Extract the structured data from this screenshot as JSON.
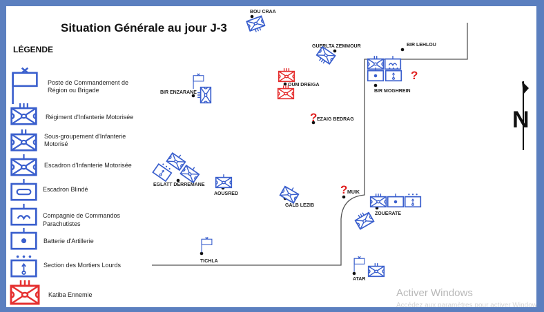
{
  "title": "Situation Générale au jour J-3",
  "legend": {
    "heading": "LÉGENDE",
    "items": [
      {
        "line1": "Poste de Commandement de",
        "line2": "Région ou Brigade",
        "icon": "command-post"
      },
      {
        "line1": "Régiment d'Infanterie Motorisée",
        "icon": "motorized-infantry-regiment"
      },
      {
        "line1": "Sous-groupement d'Infanterie",
        "line2": "Motorisé",
        "icon": "motorized-infantry-subgroup"
      },
      {
        "line1": "Escadron d'Infanterie Motorisée",
        "icon": "motorized-infantry-squadron"
      },
      {
        "line1": "Escadron Blindé",
        "icon": "armored-squadron"
      },
      {
        "line1": "Compagnie de Commandos",
        "line2": "Parachutistes",
        "icon": "paratrooper-company"
      },
      {
        "line1": "Batterie d'Artillerie",
        "icon": "artillery-battery"
      },
      {
        "line1": "Section des Mortiers Lourds",
        "icon": "heavy-mortar-section"
      },
      {
        "line1": "Katiba Ennemie",
        "icon": "enemy-katiba"
      }
    ]
  },
  "places": {
    "bou_craa": "BOU CRAA",
    "guerlta_zemmour": "GUERLTA ZEMMOUR",
    "bir_lehlou": "BIR LEHLOU",
    "bir_enzarane": "BIR ENZARANE",
    "oum_dreiga": "OUM DREIGA",
    "ezaig_bedrag": "EZAIG BEDRAG",
    "bir_moghrein": "BIR MOGHREIN",
    "eglatt_derremane": "EGLATT DERREMANE",
    "aousred": "AOUSRED",
    "galb_lezib": "GALB LEZIB",
    "muik": "MUIK",
    "zouerate": "ZOUERATE",
    "tichla": "TICHLA",
    "atar": "ATAR"
  },
  "unknown_mark": "?",
  "north_label": "N",
  "colors": {
    "friendly": "#3a5fcd",
    "enemy": "#e53030",
    "unknown": "#e02020"
  },
  "watermark": {
    "line1": "Activer Windows",
    "line2": "Accédez aux paramètres pour activer Windows."
  }
}
